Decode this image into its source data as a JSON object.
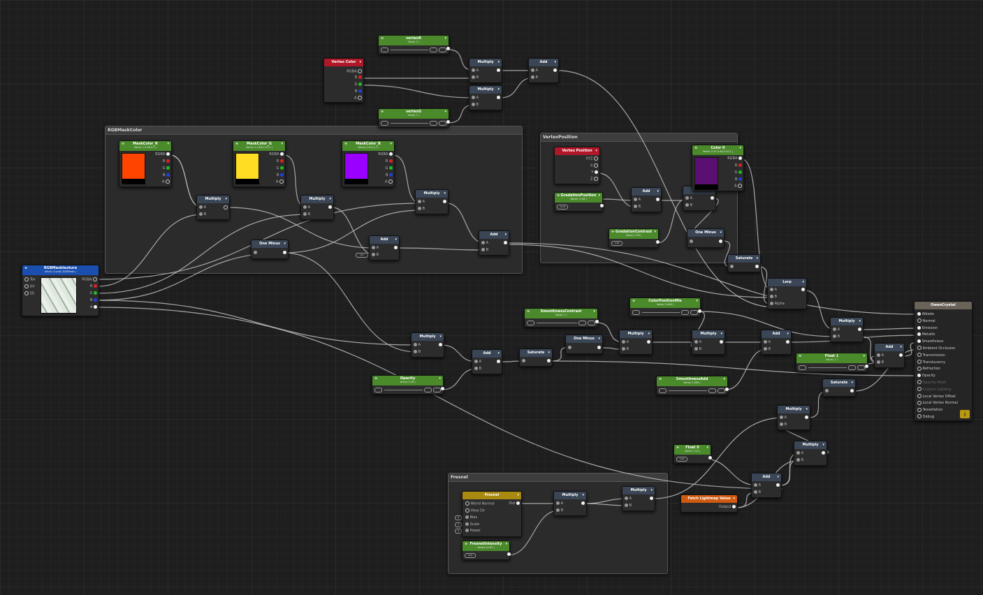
{
  "colors": {
    "accent_green": "#4a8a2a",
    "accent_red": "#b0182a",
    "accent_blue": "#1a4fb0",
    "accent_gold": "#a88a10",
    "accent_orange": "#d05a10",
    "operator_header": "#3a4555",
    "mask_r": "#ff4400",
    "mask_g": "#ffdd22",
    "mask_b": "#9900ff",
    "color0": "#5a1070"
  },
  "groups": {
    "rgbmask": "RGBMaskColor",
    "vertexpos": "VertexPosition",
    "fresnel": "Fresnel"
  },
  "ops": {
    "multiply": "Multiply",
    "add": "Add",
    "one_minus": "One Minus",
    "saturate": "Saturate",
    "lerp": "Lerp"
  },
  "ports": {
    "a": "A",
    "b": "B",
    "rgba": "RGBA",
    "r": "R",
    "g": "G",
    "bb": "B",
    "alpha_a": "A",
    "xyz": "XYZ",
    "x": "X",
    "y": "Y",
    "z": "Z",
    "alpha": "Alpha",
    "tex": "Tex",
    "uv": "UV",
    "ss": "SS",
    "world_normal": "World Normal",
    "view_dir": "View Dir",
    "bias": "Bias",
    "scale": "Scale",
    "power": "Power",
    "out": "Out",
    "output": "Output"
  },
  "props": {
    "vertexR": {
      "title": "vertexR",
      "sub": "Value( 1 )"
    },
    "vertexG": {
      "title": "vertexG",
      "sub": "Value( 1 )"
    },
    "mask_r": {
      "title": "MaskColor_R",
      "sub": "Value( 1,0.26,0,1 )"
    },
    "mask_g": {
      "title": "MaskColor_G",
      "sub": "Value( 1,0.83,0.13,1 )"
    },
    "mask_b": {
      "title": "MaskColor_B",
      "sub": "Value( 0.6,0,1,1 )"
    },
    "rgbtex": {
      "title": "RGBMasktexture",
      "sub": "Value( Crystal_RGBMask )"
    },
    "gradpos": {
      "title": "GradationPosition",
      "sub": "Value( -0.18 )"
    },
    "gradcon": {
      "title": "GradationContrast",
      "sub": "Value( 2.99 )"
    },
    "color0": {
      "title": "Color 0",
      "sub": "Value( 0.35,0.06,0.43,1 )"
    },
    "colorposmix": {
      "title": "ColorPositionMix",
      "sub": "Value( 0.469 )"
    },
    "smoothcon": {
      "title": "SmoothnessContrast",
      "sub": "Value( 1 )"
    },
    "opacity": {
      "title": "Opacity",
      "sub": "Value( 0.28 )"
    },
    "smoothadd": {
      "title": "SmoothnessAdd",
      "sub": "Value( 0.656 )"
    },
    "float1": {
      "title": "Float 1",
      "sub": "Value( 1 )"
    },
    "float0": {
      "title": "Float 0",
      "sub": "Value( 1.02 )"
    },
    "fresint": {
      "title": "FresnelIntensity",
      "sub": "Value( 20.67 )"
    }
  },
  "nodes": {
    "vertex_color": "Vertex Color",
    "vertex_position": "Vertex Position",
    "fresnel": "Fresnel",
    "fetch_lightmap": "Fetch Lightmap Value",
    "master": "OwenCrystal"
  },
  "master_inputs": [
    "Albedo",
    "Normal",
    "Emission",
    "Metallic",
    "Smoothness",
    "Ambient Occlusion",
    "Transmission",
    "Translucency",
    "Refraction",
    "Opacity",
    "Opacity Mask",
    "Custom Lighting",
    "Local Vertex Offset",
    "Local Vertex Normal",
    "Tessellation",
    "Debug"
  ],
  "fresnel_defaults": {
    "bias": "0",
    "scale": "1",
    "power": "5"
  },
  "values": {
    "gradpos": "-0.18",
    "gradcon": "2.99",
    "float0": "1.02",
    "fresint": "20.6",
    "float_extra": "0.0"
  }
}
